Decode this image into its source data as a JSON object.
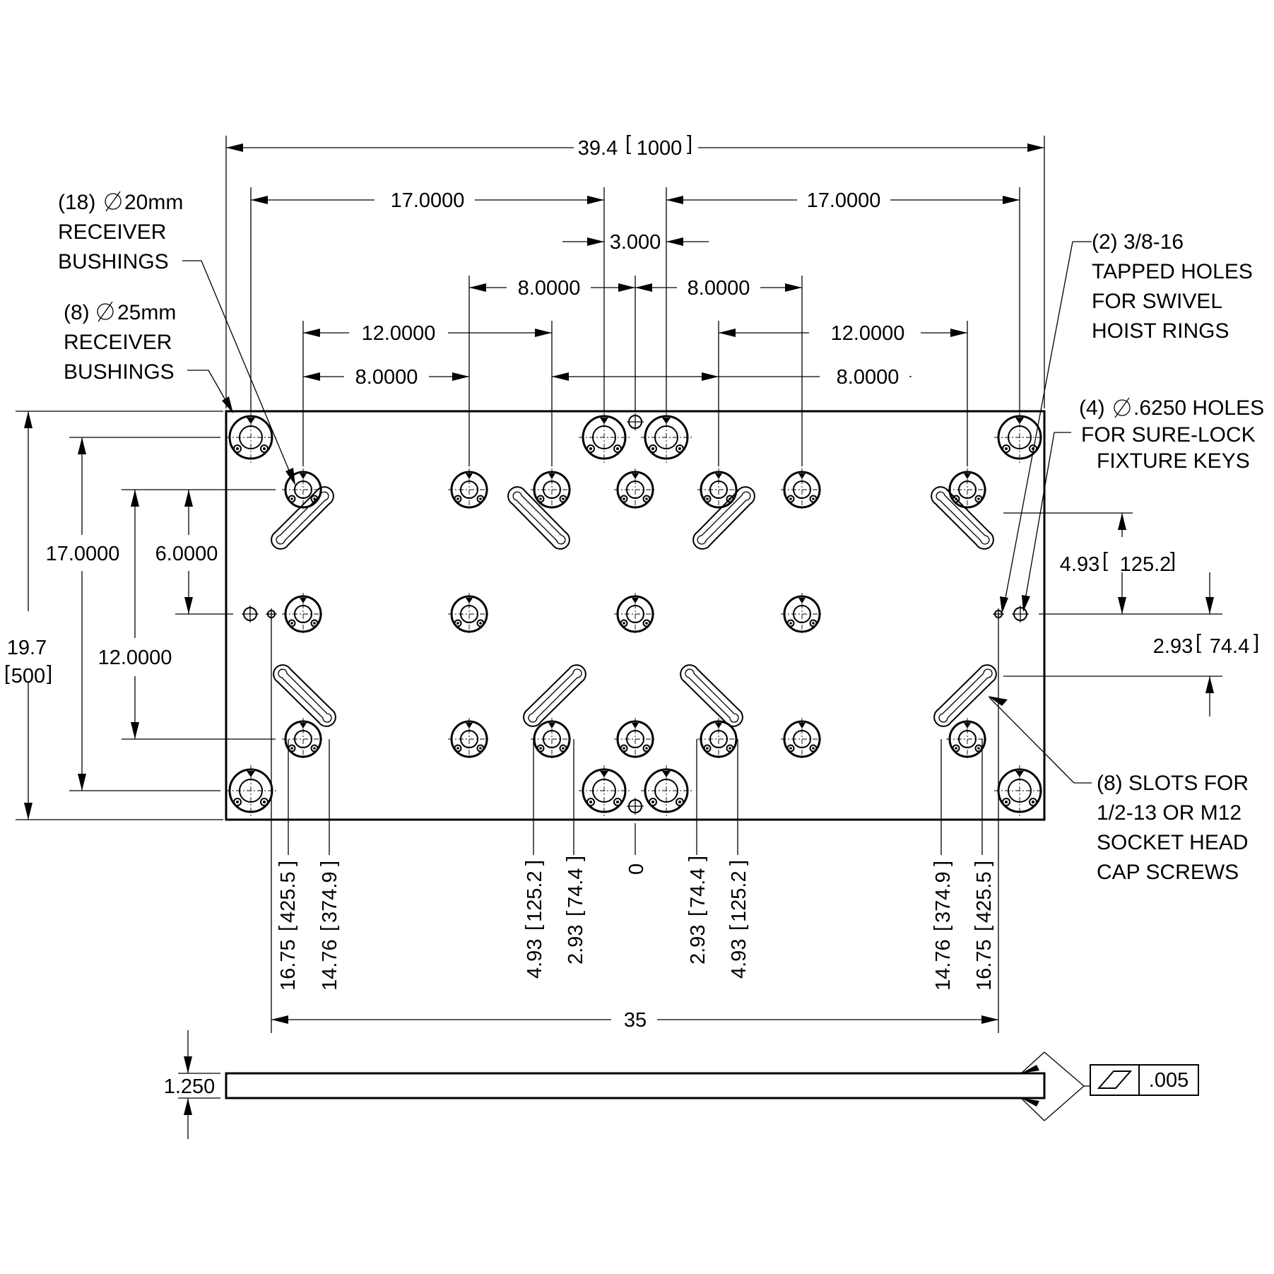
{
  "top_dims": {
    "overall": "39.4",
    "overall_mm": "1000",
    "outer_left": "17.0000",
    "outer_right": "17.0000",
    "center_gap": "3.000",
    "inner_left": "8.0000",
    "inner_right": "8.0000",
    "mid_left": "12.0000",
    "mid_right": "12.0000",
    "low_left": "8.0000",
    "low_right": "8.0000"
  },
  "left_dims": {
    "overall": "19.7",
    "overall_mm": "500",
    "rows_17": "17.0000",
    "rows_12": "12.0000",
    "rows_6": "6.0000"
  },
  "right_dims": {
    "upper": "4.93",
    "upper_mm": "125.2",
    "lower": "2.93",
    "lower_mm": "74.4"
  },
  "bottom_dims": {
    "l1": "16.75",
    "l1_mm": "425.5",
    "l2": "14.76",
    "l2_mm": "374.9",
    "l3": "4.93",
    "l3_mm": "125.2",
    "l4": "2.93",
    "l4_mm": "74.4",
    "zero": "0",
    "r4": "2.93",
    "r4_mm": "74.4",
    "r3": "4.93",
    "r3_mm": "125.2",
    "r2": "14.76",
    "r2_mm": "374.9",
    "r1": "16.75",
    "r1_mm": "425.5",
    "span": "35"
  },
  "notes": {
    "bushings20": [
      "(18)",
      "20mm",
      "RECEIVER",
      "BUSHINGS"
    ],
    "bushings25": [
      "(8)",
      "25mm",
      "RECEIVER",
      "BUSHINGS"
    ],
    "tapped": [
      "(2) 3/8-16",
      "TAPPED HOLES",
      "FOR SWIVEL",
      "HOIST RINGS"
    ],
    "keys": [
      "(4)",
      ".6250 HOLES",
      "FOR SURE-LOCK",
      "FIXTURE KEYS"
    ],
    "slots": [
      "(8) SLOTS FOR",
      "1/2-13 OR M12",
      "SOCKET HEAD",
      "CAP SCREWS"
    ]
  },
  "side_view": {
    "thickness": "1.250",
    "flatness": ".005",
    "flatness_symbol": "flatness-parallelogram-icon"
  }
}
